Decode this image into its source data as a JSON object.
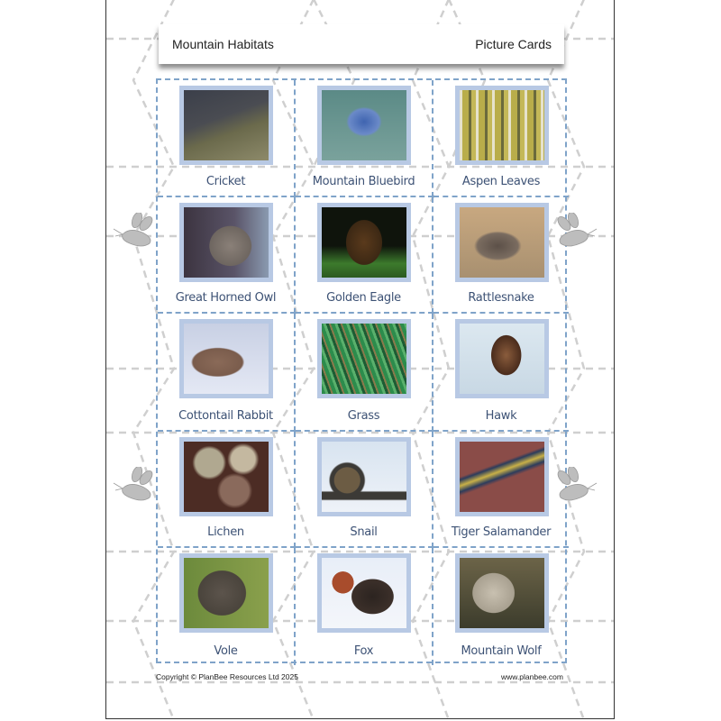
{
  "header": {
    "title": "Mountain Habitats",
    "subtitle": "Picture Cards"
  },
  "cards": [
    {
      "label": "Cricket",
      "image": "cricket-photo",
      "colors": [
        "#3b3f4a",
        "#6b6a4c",
        "#8d8a6a"
      ]
    },
    {
      "label": "Mountain Bluebird",
      "image": "bluebird-photo",
      "colors": [
        "#5b8a86",
        "#3f64b0",
        "#2c2c2c"
      ]
    },
    {
      "label": "Aspen Leaves",
      "image": "aspen-photo",
      "colors": [
        "#b9ad4a",
        "#6b6a3c",
        "#e6e2cc"
      ]
    },
    {
      "label": "Great Horned Owl",
      "image": "owl-photo",
      "colors": [
        "#5a5468",
        "#8a8078",
        "#3c3440"
      ]
    },
    {
      "label": "Golden Eagle",
      "image": "eagle-photo",
      "colors": [
        "#0f140c",
        "#5a3a1c",
        "#3c7a2c"
      ]
    },
    {
      "label": "Rattlesnake",
      "image": "rattlesnake-photo",
      "colors": [
        "#c8a880",
        "#5c5048",
        "#a89070"
      ]
    },
    {
      "label": "Cottontail Rabbit",
      "image": "rabbit-photo",
      "colors": [
        "#e4e8f4",
        "#8a6a58",
        "#c8d0e4"
      ]
    },
    {
      "label": "Grass",
      "image": "grass-photo",
      "colors": [
        "#2c8c4c",
        "#5ab06c",
        "#8a7a4c"
      ]
    },
    {
      "label": "Hawk",
      "image": "hawk-photo",
      "colors": [
        "#dce8f0",
        "#4a2c1c",
        "#8a5c3c"
      ]
    },
    {
      "label": "Lichen",
      "image": "lichen-photo",
      "colors": [
        "#4c2c24",
        "#b0a890",
        "#8a6a5c"
      ]
    },
    {
      "label": "Snail",
      "image": "snail-photo",
      "colors": [
        "#d8e4f0",
        "#3c3a36",
        "#6c5c44"
      ]
    },
    {
      "label": "Tiger Salamander",
      "image": "salamander-photo",
      "colors": [
        "#8a4c48",
        "#2c3c5c",
        "#c8b048"
      ]
    },
    {
      "label": "Vole",
      "image": "vole-photo",
      "colors": [
        "#6c8a3c",
        "#5c544c",
        "#8a7c6c"
      ]
    },
    {
      "label": "Fox",
      "image": "fox-photo",
      "colors": [
        "#e8eef8",
        "#a84c2c",
        "#2c2420"
      ]
    },
    {
      "label": "Mountain Wolf",
      "image": "wolf-photo",
      "colors": [
        "#6c6448",
        "#c8c0b0",
        "#3c3c2c"
      ]
    }
  ],
  "footer": {
    "copyright": "Copyright © PlanBee Resources Ltd 2025",
    "website": "www.planbee.com"
  },
  "colors": {
    "card_border": "#7fa3c9",
    "photo_frame": "#b8c9e4",
    "label_text": "#3d5275",
    "background_lines": "#cfcfcf",
    "bee": "#bdbdbd"
  }
}
